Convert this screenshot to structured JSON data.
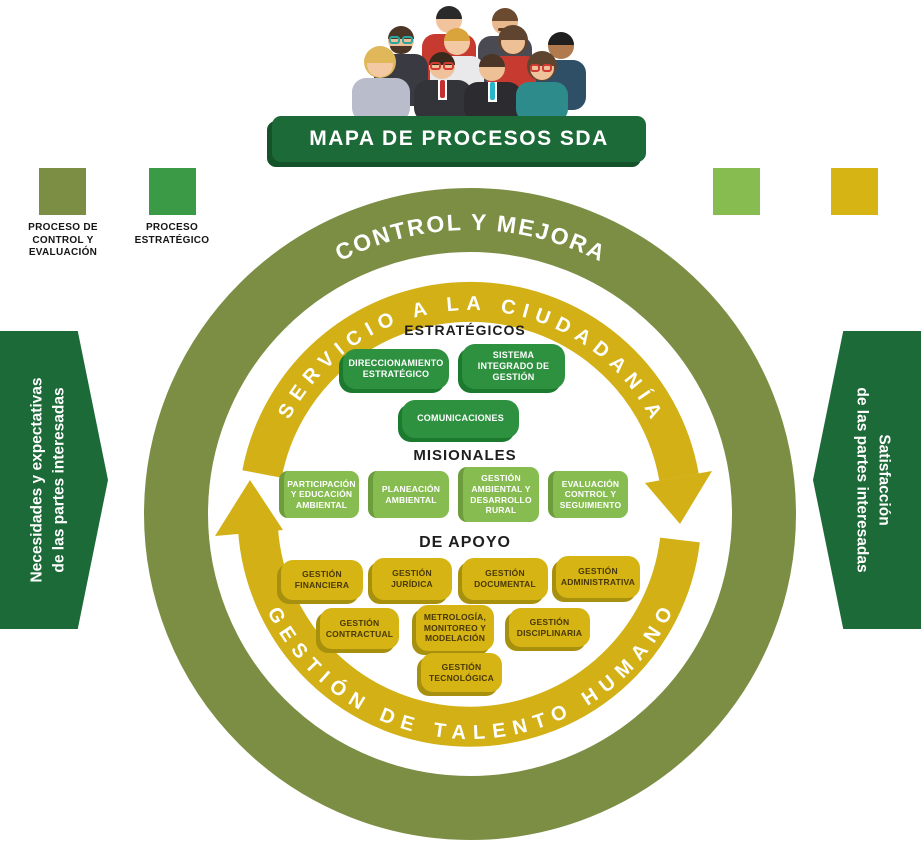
{
  "banner": {
    "title": "MAPA DE PROCESOS SDA"
  },
  "legend": {
    "items": [
      {
        "label": "PROCESO DE\nCONTROL Y\nEVALUACIÓN",
        "color": "#7B8E44"
      },
      {
        "label": "PROCESO\nESTRATÉGICO",
        "color": "#3B9A46"
      },
      {
        "label": "",
        "color": "#87BD50"
      },
      {
        "label": "",
        "color": "#D5B414"
      }
    ]
  },
  "side_banners": {
    "left": "Necesidades y expectativas\nde las partes interesadas",
    "right": "Satisfacción\nde las partes interesadas"
  },
  "rings": {
    "outer_label": "CONTROL Y MEJORA",
    "inner_top_label": "SERVICIO A LA CIUDADANÍA",
    "inner_bottom_label": "GESTIÓN DE TALENTO HUMANO"
  },
  "groups": {
    "estrategicos": {
      "header": "ESTRATÉGICOS",
      "boxes": [
        "DIRECCIONAMIENTO ESTRATÉGICO",
        "SISTEMA INTEGRADO DE GESTIÓN",
        "COMUNICACIONES"
      ]
    },
    "misionales": {
      "header": "MISIONALES",
      "boxes": [
        "PARTICIPACIÓN Y EDUCACIÓN AMBIENTAL",
        "PLANEACIÓN AMBIENTAL",
        "GESTIÓN AMBIENTAL Y DESARROLLO RURAL",
        "EVALUACIÓN CONTROL Y SEGUIMIENTO"
      ]
    },
    "apoyo": {
      "header": "DE APOYO",
      "boxes": [
        "GESTIÓN FINANCIERA",
        "GESTIÓN JURÍDICA",
        "GESTIÓN DOCUMENTAL",
        "GESTIÓN ADMINISTRATIVA",
        "GESTIÓN CONTRACTUAL",
        "METROLOGÍA, MONITOREO Y MODELACIÓN",
        "GESTIÓN DISCIPLINARIA",
        "GESTIÓN TECNOLÓGICA"
      ]
    }
  },
  "colors": {
    "dark_green": "#1D6A39",
    "olive": "#7B8E44",
    "green": "#2E9140",
    "light_green": "#87BD50",
    "yellow": "#D5B414"
  }
}
